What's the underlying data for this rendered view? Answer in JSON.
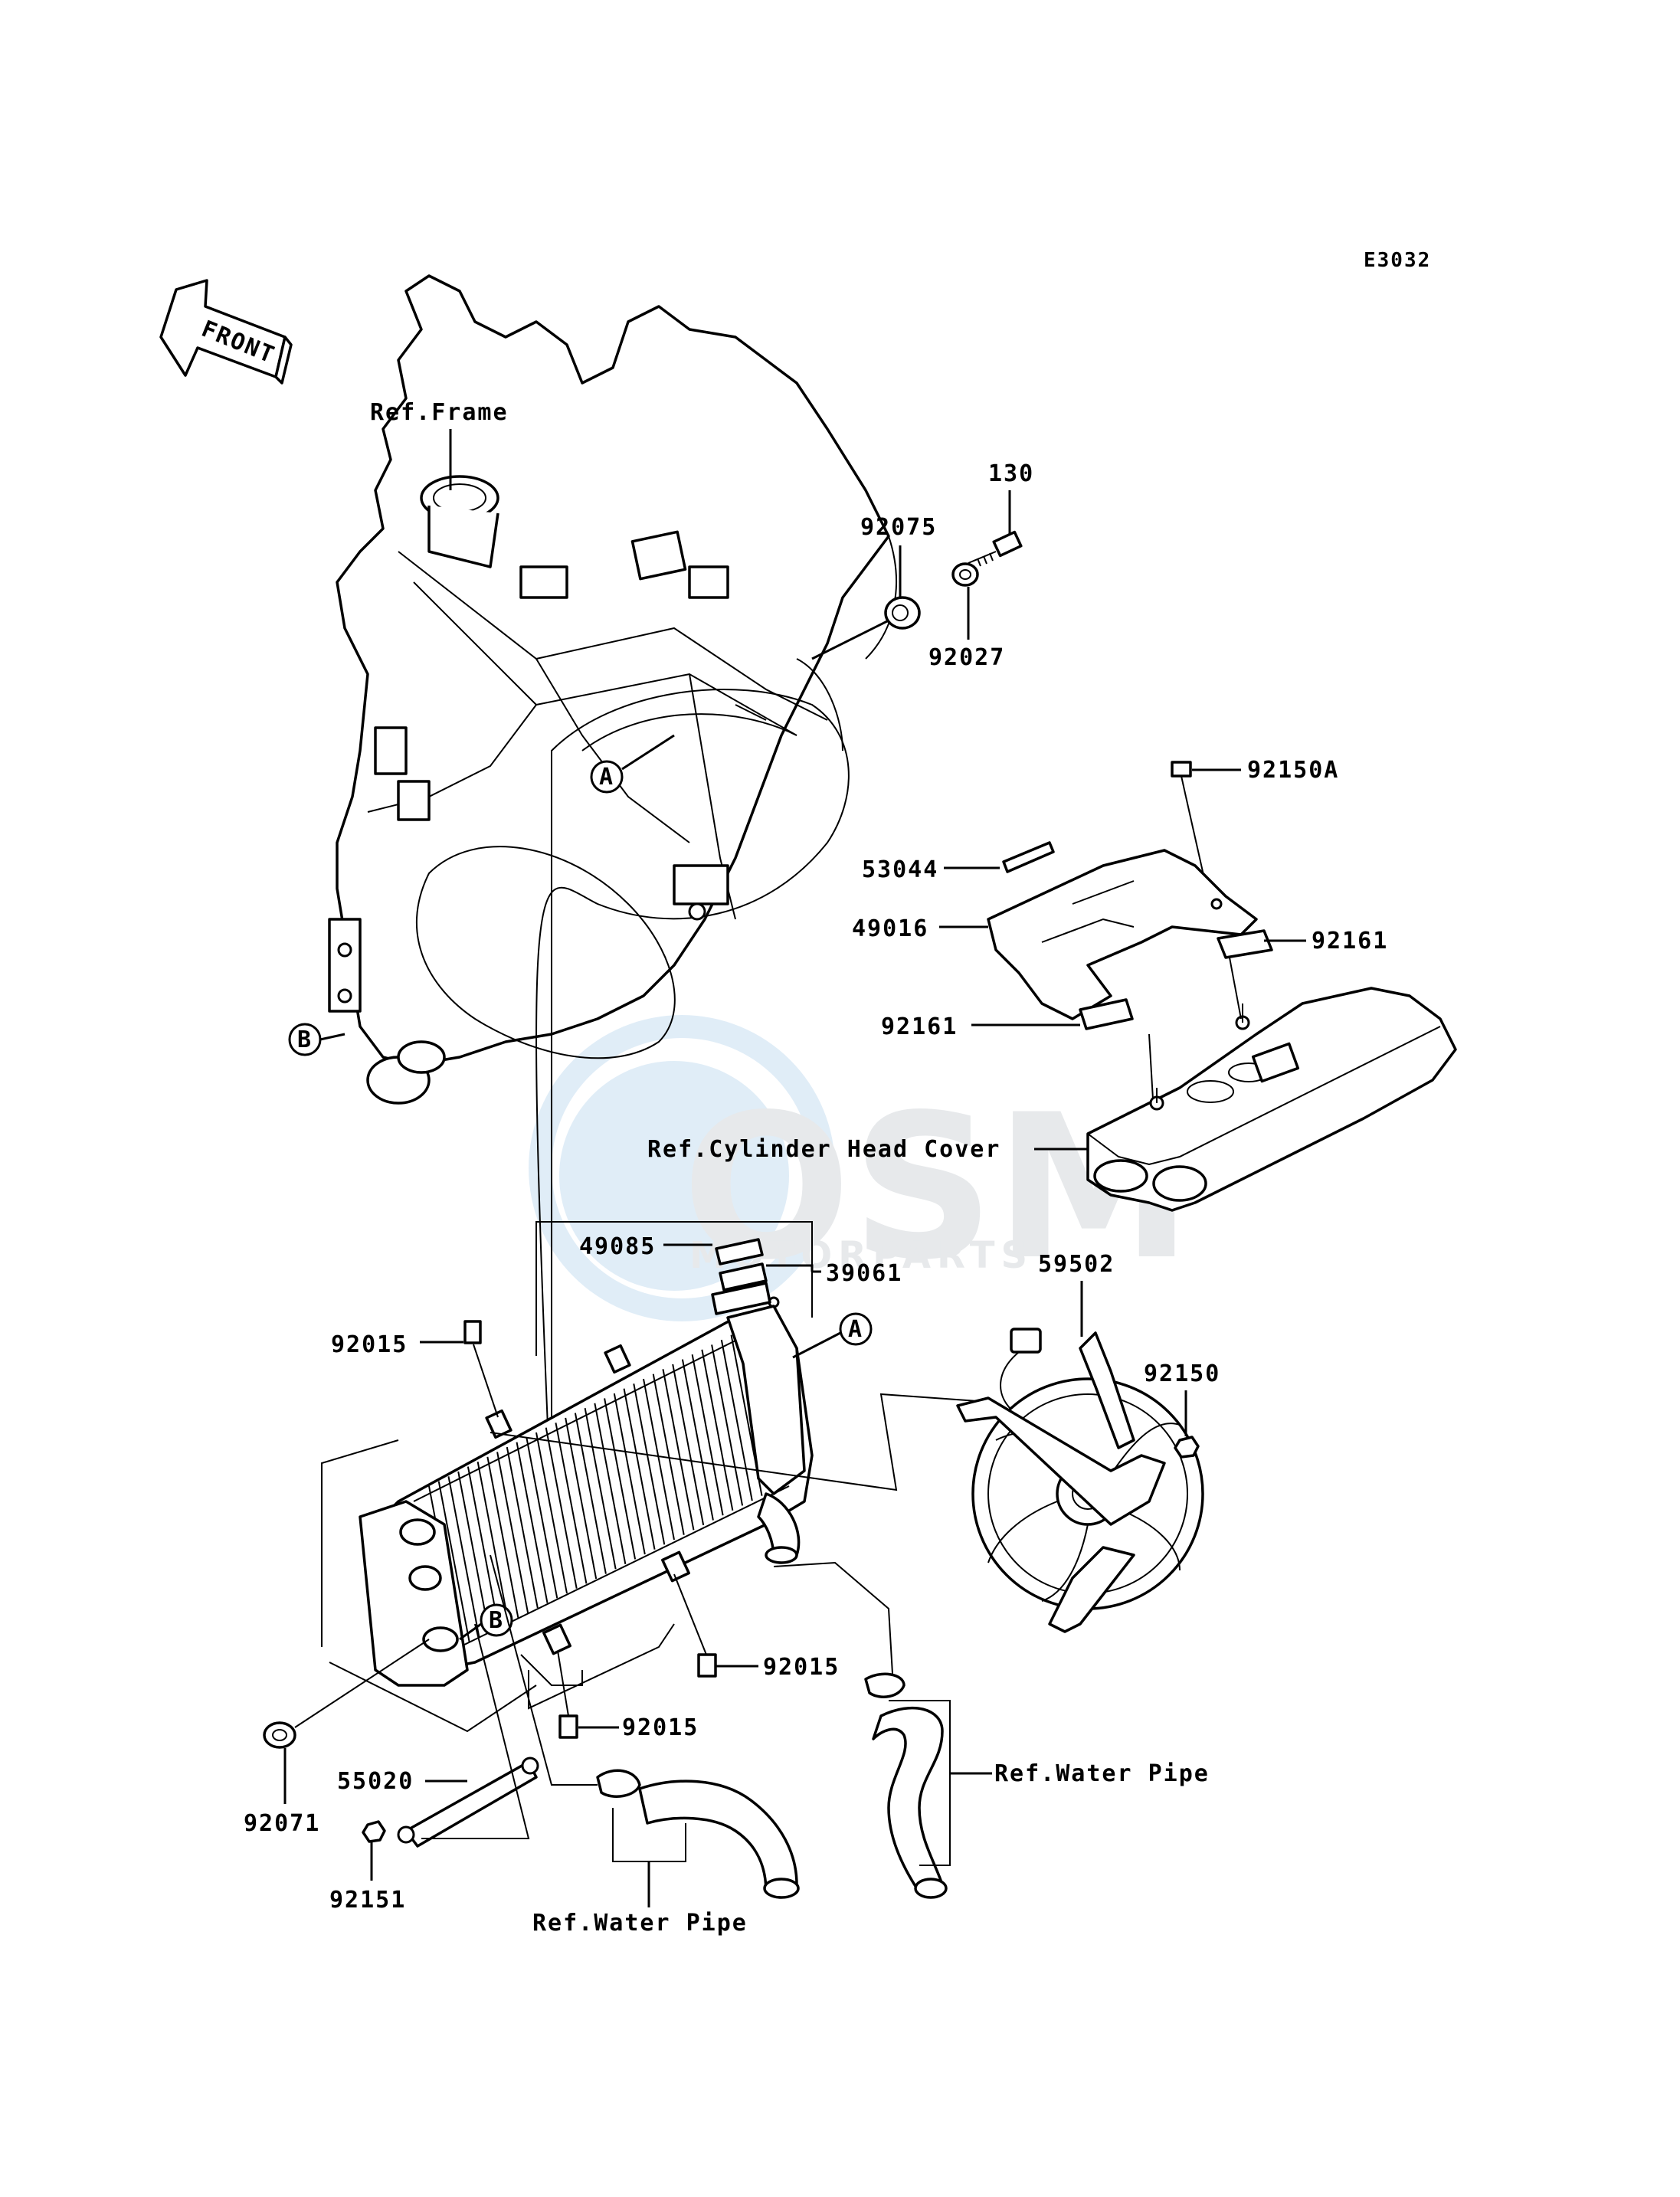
{
  "diagram_code": "E3032",
  "front_label": "FRONT",
  "watermark": {
    "logo": "OSM",
    "tagline": "MOTORPARTS"
  },
  "callouts": {
    "ref_frame": "Ref.Frame",
    "p130": "130",
    "p92075": "92075",
    "p92027": "92027",
    "p92150A": "92150A",
    "p53044": "53044",
    "p49016": "49016",
    "p92161_right": "92161",
    "p92161_left": "92161",
    "ref_cylinder_head_cover": "Ref.Cylinder Head Cover",
    "p49085": "49085",
    "p39061": "39061",
    "p59502": "59502",
    "p92150": "92150",
    "p92015_top": "92015",
    "p92015_mid": "92015",
    "p92015_low": "92015",
    "ref_water_pipe_right": "Ref.Water Pipe",
    "p55020": "55020",
    "p92071": "92071",
    "p92151": "92151",
    "ref_water_pipe_bottom": "Ref.Water Pipe"
  },
  "markers": {
    "a_top": "A",
    "b_left": "B",
    "a_right": "A",
    "b_radiator": "B"
  }
}
